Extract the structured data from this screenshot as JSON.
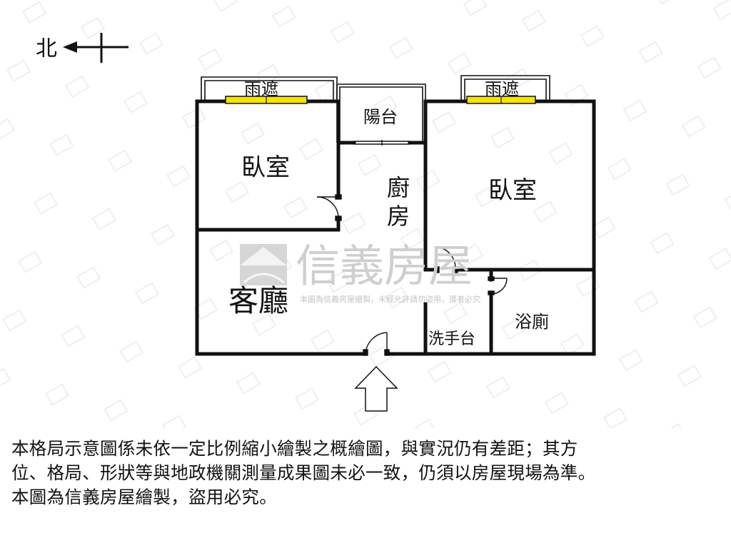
{
  "compass": {
    "north_label": "北"
  },
  "rooms": {
    "canopy_left": "雨遮",
    "canopy_right": "雨遮",
    "balcony": "陽台",
    "bedroom_left": "臥室",
    "kitchen_line1": "廚",
    "kitchen_line2": "房",
    "bedroom_right": "臥室",
    "living_room": "客廳",
    "bathroom": "浴廁",
    "washbasin": "洗手台"
  },
  "watermark": {
    "brand": "信義房屋",
    "notice": "本圖為信義房屋繪製，未經允許請勿盜用，違者必究"
  },
  "disclaimer": {
    "line1": "本格局示意圖係未依一定比例縮小繪製之概繪圖，與實況仍有差距；其方",
    "line2": "位、格局、形狀等與地政機關測量成果圖未必一致，仍須以房屋現場為準。",
    "line3": "本圖為信義房屋繪製，盜用必究。"
  },
  "colors": {
    "wall": "#111111",
    "window": "#f4e400",
    "watermark": "#c9c9c9"
  }
}
